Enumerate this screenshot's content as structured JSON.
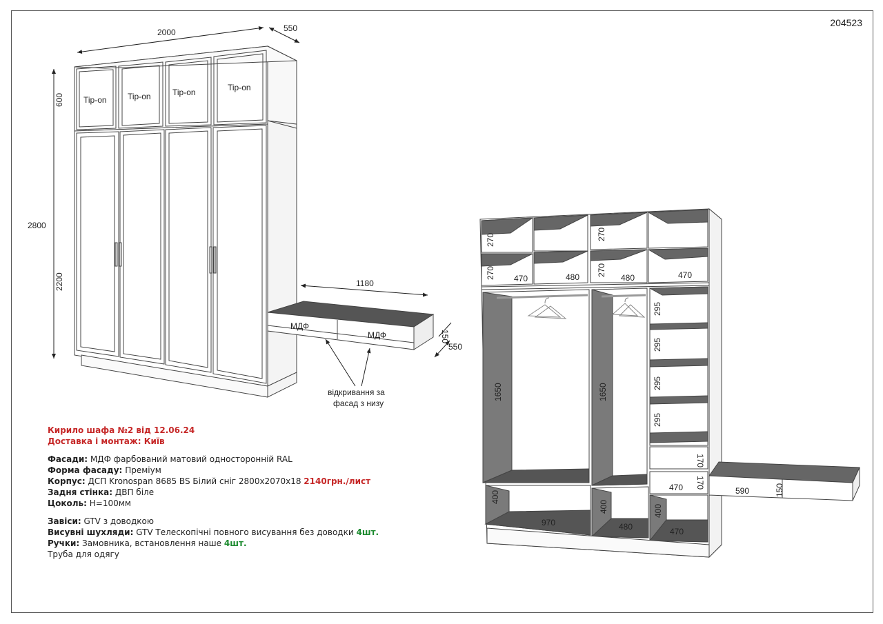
{
  "doc_number": "204523",
  "left_dims": {
    "width": "2000",
    "depth": "550",
    "top_h": "600",
    "total_h": "2800",
    "body_h": "2200",
    "tipon": [
      "Tip-on",
      "Tip-on",
      "Tip-on",
      "Tip-on"
    ],
    "desk_w": "1180",
    "desk_h": "150",
    "desk_d": "550",
    "desk_front": [
      "МДФ",
      "МДФ"
    ],
    "opening_note_1": "відкривання за",
    "opening_note_2": "фасад з низу"
  },
  "right_dims": {
    "top_heights": [
      "270",
      "270",
      "270",
      "270"
    ],
    "top_widths": [
      "470",
      "480",
      "480",
      "470"
    ],
    "hang_h": [
      "1650",
      "1650"
    ],
    "shelf_h": [
      "295",
      "295",
      "295",
      "295"
    ],
    "drawer_h": [
      "170",
      "170"
    ],
    "drawer_w": "470",
    "bottom_h": [
      "400",
      "400",
      "400"
    ],
    "bottom_w": [
      "970",
      "480",
      "470"
    ],
    "desk_w": "590",
    "desk_h": "150"
  },
  "spec": {
    "title1": "Кирило шафа №2 від 12.06.24",
    "title2": "Доставка і монтаж: Київ",
    "facades_label": "Фасади:",
    "facades_val": "МДФ фарбований матовий односторонній RAL",
    "form_label": "Форма фасаду:",
    "form_val": "Преміум",
    "body_label": "Корпус:",
    "body_val": "ДСП Kronospan 8685 BS Білий сніг 2800х2070х18",
    "body_price": "2140грн./лист",
    "back_label": "Задня стінка:",
    "back_val": " ДВП біле",
    "plinth_label": "Цоколь:",
    "plinth_val": "Н=100мм",
    "hinges_label": "Завіси:",
    "hinges_val": "GTV з доводкою",
    "drawers_label": "Висувні шухляди:",
    "drawers_val": "GTV Телескопічні повного висування без доводки",
    "drawers_qty": "4шт.",
    "handles_label": "Ручки:",
    "handles_val": "Замовника, встановлення наше",
    "handles_qty": "4шт.",
    "pipe": "Труба для одягу"
  }
}
